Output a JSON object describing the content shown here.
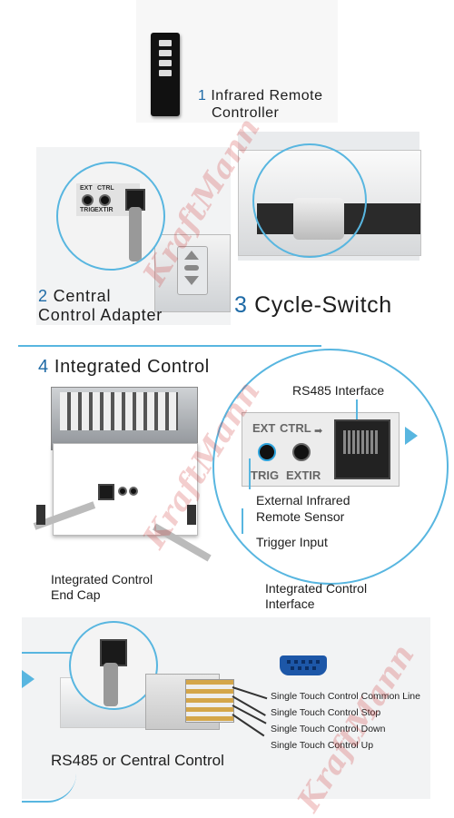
{
  "section1": {
    "number": "1",
    "title_line1": "Infrared Remote",
    "title_line2": "Controller"
  },
  "section2": {
    "number": "2",
    "title_line1": "Central",
    "title_line2": "Control Adapter"
  },
  "section3": {
    "number": "3",
    "title": "Cycle-Switch"
  },
  "section4": {
    "number": "4",
    "title": "Integrated Control",
    "rs485": "RS485 Interface",
    "port_ext": "EXT",
    "port_ctrl": "CTRL",
    "port_trig": "TRIG",
    "port_extir": "EXTIR",
    "sensor_line1": "External Infrared",
    "sensor_line2": "Remote Sensor",
    "trigger": "Trigger Input",
    "endcap_line1": "Integrated Control",
    "endcap_line2": "End Cap",
    "interface_line1": "Integrated Control",
    "interface_line2": "Interface"
  },
  "section5": {
    "title": "RS485 or Central Control",
    "wires": [
      "Single Touch Control Common Line",
      "Single Touch Control Stop",
      "Single Touch Control Down",
      "Single Touch Control Up"
    ]
  },
  "colors": {
    "accent": "#58b6e0",
    "number": "#1e6aa6",
    "watermark": "#c81e1e"
  }
}
